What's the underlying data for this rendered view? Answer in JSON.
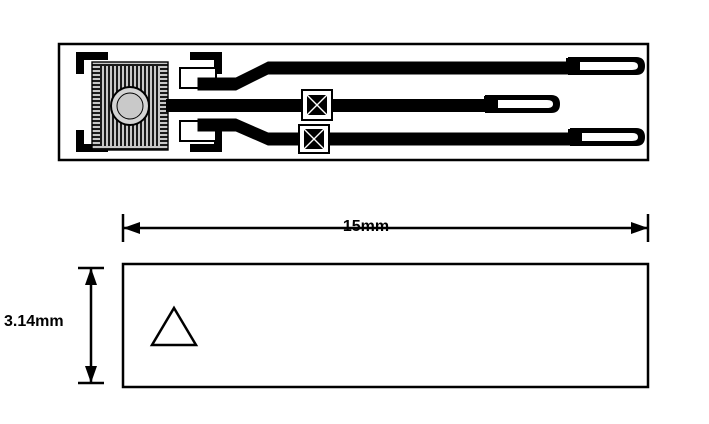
{
  "figure": {
    "type": "technical-drawing",
    "subject": "strain-gauge-sensor",
    "views": [
      {
        "name": "top-view-detail",
        "label": ""
      },
      {
        "name": "outline-dimension-view",
        "label": ""
      }
    ]
  },
  "dimensions": {
    "width_label": "15mm",
    "height_label": "3.14mm"
  },
  "marks": {
    "triangle_marker": "triangle"
  },
  "colors": {
    "line": "#000000",
    "background": "#ffffff",
    "fill_dark": "#000000",
    "fill_gray": "#b5b5b5",
    "fill_light": "#d9d9d9"
  }
}
